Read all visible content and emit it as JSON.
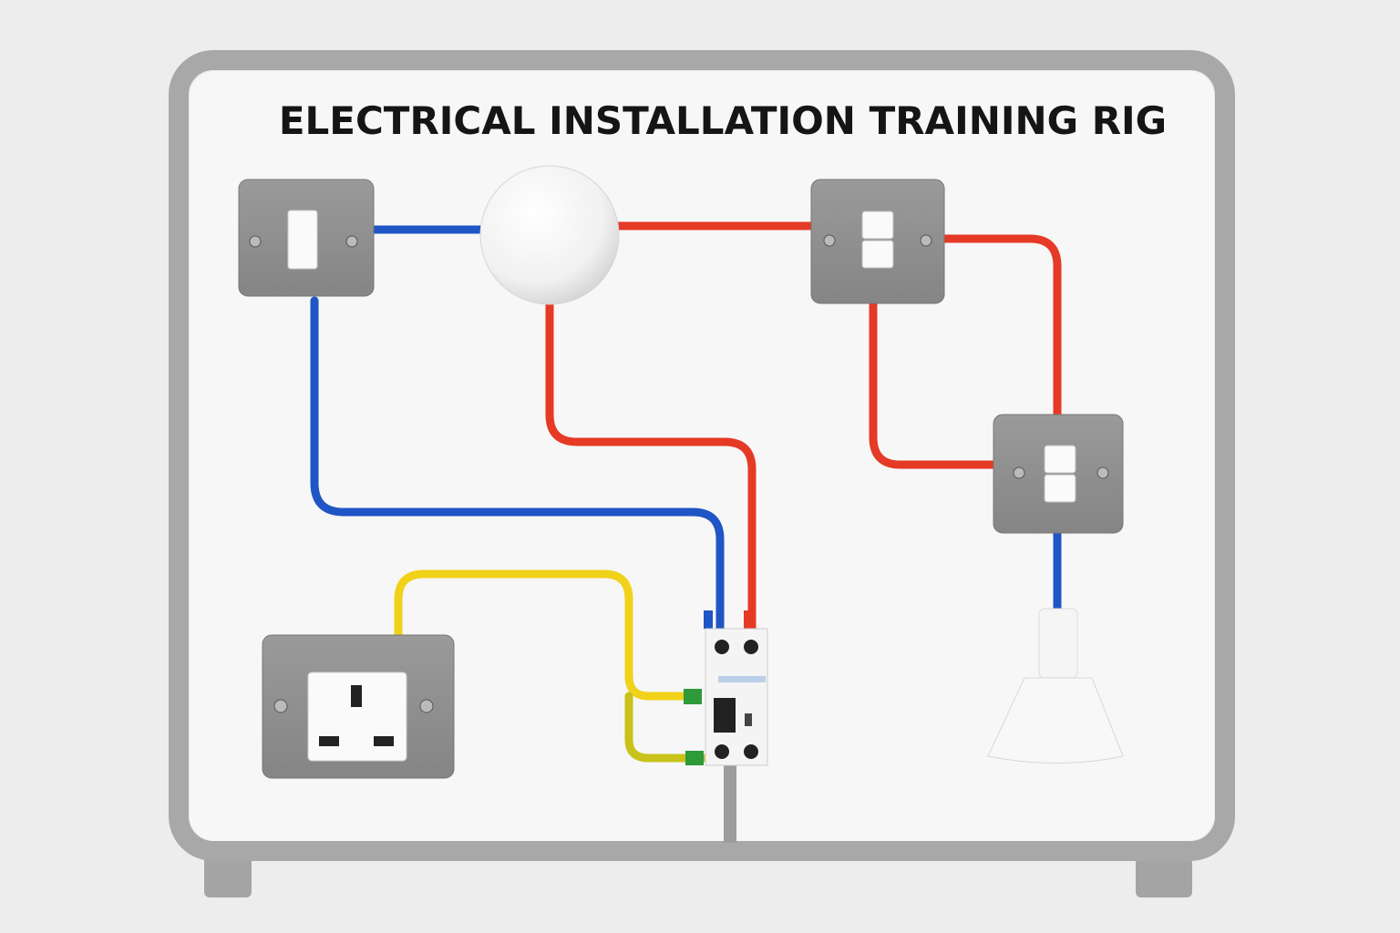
{
  "board": {
    "title": "ELECTRICAL INSTALLATION TRAINING RIG"
  },
  "colors": {
    "background": "#ededed",
    "frame": "#a8a8a8",
    "board": "#f7f7f7",
    "box": "#8e8e8e",
    "live_wire": "#e53a25",
    "neutral_wire": "#1f55c4",
    "earth_wire": "#f0d21a",
    "earth_green": "#2e9a3a"
  },
  "components": [
    {
      "name": "one-way-switch",
      "icon": "light-switch-single"
    },
    {
      "name": "ceiling-globe-lamp",
      "icon": "globe-light"
    },
    {
      "name": "two-way-switch-upper",
      "icon": "light-switch-double"
    },
    {
      "name": "two-way-switch-lower",
      "icon": "light-switch-double"
    },
    {
      "name": "socket-outlet",
      "icon": "uk-socket"
    },
    {
      "name": "rcd-breaker",
      "icon": "circuit-breaker"
    },
    {
      "name": "pendant-lamp",
      "icon": "pendant-light"
    }
  ]
}
